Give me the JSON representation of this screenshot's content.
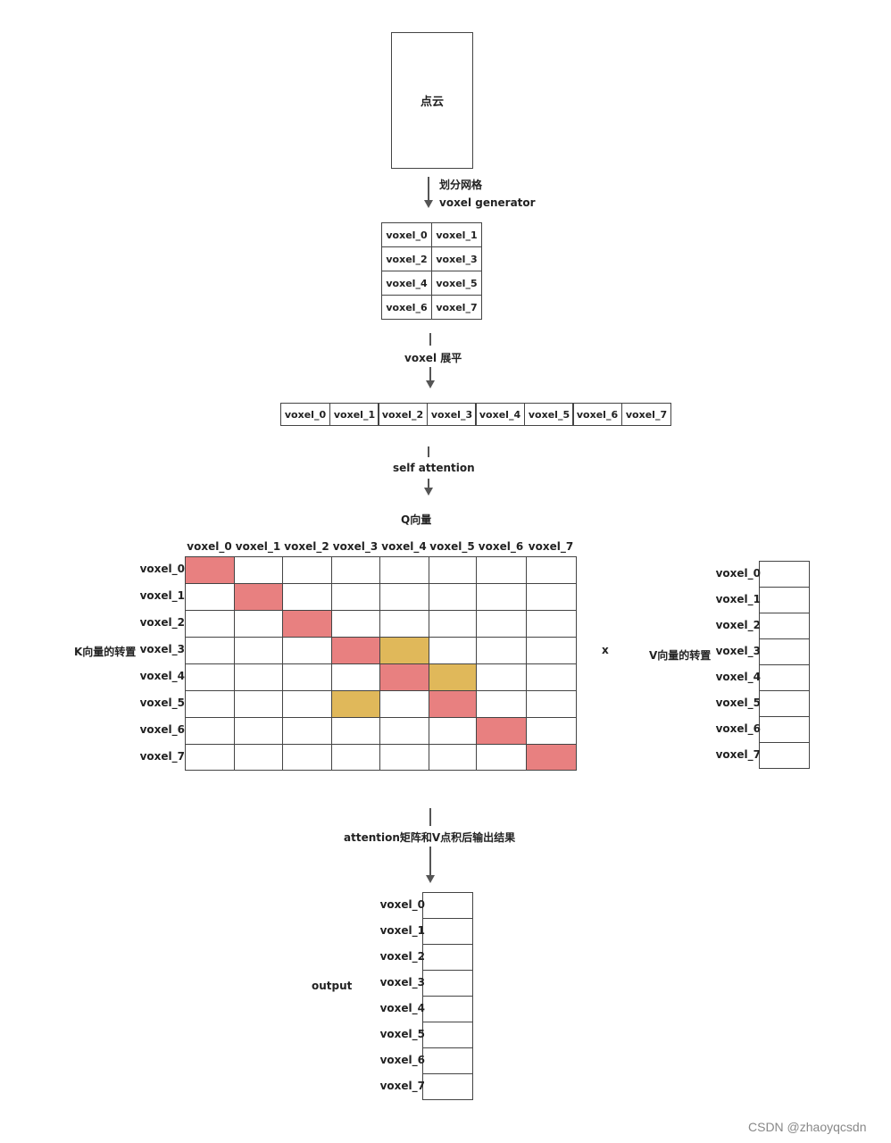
{
  "point_cloud": {
    "label": "点云"
  },
  "step1": {
    "line1": "划分网格",
    "line2": "voxel generator"
  },
  "voxel_grid": {
    "cells": [
      "voxel_0",
      "voxel_1",
      "voxel_2",
      "voxel_3",
      "voxel_4",
      "voxel_5",
      "voxel_6",
      "voxel_7"
    ]
  },
  "step2": {
    "label": "voxel 展平"
  },
  "flat_row": {
    "cells": [
      "voxel_0",
      "voxel_1",
      "voxel_2",
      "voxel_3",
      "voxel_4",
      "voxel_5",
      "voxel_6",
      "voxel_7"
    ]
  },
  "step3": {
    "label": "self attention"
  },
  "matrix": {
    "q_label": "Q向量",
    "k_label": "K向量的转置",
    "col_labels": [
      "voxel_0",
      "voxel_1",
      "voxel_2",
      "voxel_3",
      "voxel_4",
      "voxel_5",
      "voxel_6",
      "voxel_7"
    ],
    "row_labels": [
      "voxel_0",
      "voxel_1",
      "voxel_2",
      "voxel_3",
      "voxel_4",
      "voxel_5",
      "voxel_6",
      "voxel_7"
    ],
    "red_cells": [
      [
        0,
        0
      ],
      [
        1,
        1
      ],
      [
        2,
        2
      ],
      [
        3,
        3
      ],
      [
        4,
        4
      ],
      [
        5,
        5
      ],
      [
        6,
        6
      ],
      [
        7,
        7
      ]
    ],
    "yellow_cells": [
      [
        3,
        4
      ],
      [
        4,
        5
      ],
      [
        5,
        3
      ]
    ],
    "colors": {
      "red": "#e88080",
      "yellow": "#e0b85a"
    }
  },
  "multiply": {
    "symbol": "x"
  },
  "v_vector": {
    "label": "V向量的转置",
    "row_labels": [
      "voxel_0",
      "voxel_1",
      "voxel_2",
      "voxel_3",
      "voxel_4",
      "voxel_5",
      "voxel_6",
      "voxel_7"
    ]
  },
  "step4": {
    "label": "attention矩阵和V点积后输出结果"
  },
  "output": {
    "label": "output",
    "row_labels": [
      "voxel_0",
      "voxel_1",
      "voxel_2",
      "voxel_3",
      "voxel_4",
      "voxel_5",
      "voxel_6",
      "voxel_7"
    ]
  },
  "watermark": {
    "text": "CSDN @zhaoyqcsdn"
  }
}
